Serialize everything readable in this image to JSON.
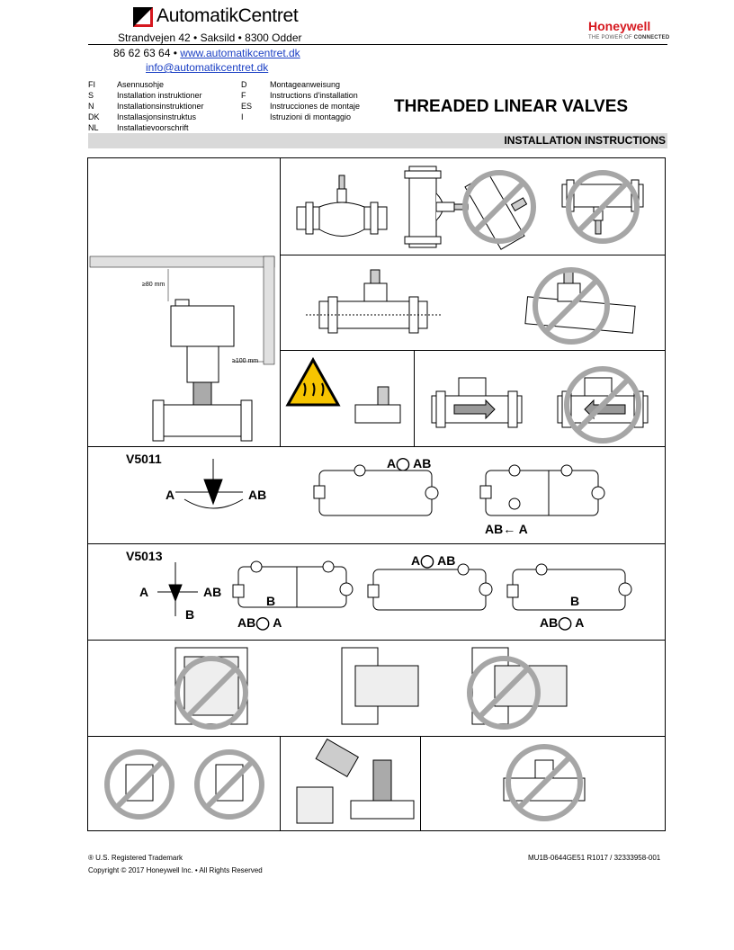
{
  "header": {
    "company": "AutomatikCentret",
    "address": "Strandvejen 42 • Saksild • 8300 Odder",
    "phone": "86 62 63 64",
    "bullet": "•",
    "website": "www.automatikcentret.dk",
    "email": "info@automatikcentret.dk",
    "brand": "Honeywell",
    "brand_tagline_prefix": "THE POWER OF",
    "brand_tagline_bold": "CONNECTED"
  },
  "languages": [
    {
      "code": "FI",
      "label": "Asennusohje"
    },
    {
      "code": "S",
      "label": "Installation instruktioner"
    },
    {
      "code": "N",
      "label": "Installationsinstruktioner"
    },
    {
      "code": "DK",
      "label": "Installasjonsinstruktus"
    },
    {
      "code": "NL",
      "label": "Installatievoorschrift"
    },
    {
      "code": "D",
      "label": "Montageanweisung"
    },
    {
      "code": "F",
      "label": "Instructions d'installation"
    },
    {
      "code": "ES",
      "label": "Instrucciones de montaje"
    },
    {
      "code": "I",
      "label": "Istruzioni di montaggio"
    }
  ],
  "title": "THREADED LINEAR VALVES",
  "banner": "INSTALLATION INSTRUCTIONS",
  "diagram": {
    "clearance_top": "≥80 mm",
    "clearance_side": "≥100 mm",
    "v5011": "V5011",
    "v5013": "V5013",
    "port_a": "A",
    "port_ab": "AB",
    "port_b": "B",
    "a_circ_ab": "A◯ AB",
    "ab_arrow_a": "AB← A",
    "ab_circ_a": "AB◯ A",
    "a_circ_ab2": "A◯ AB"
  },
  "footer": {
    "trademark": "® U.S. Registered Trademark",
    "docnum": "MU1B-0644GE51 R1017 / 32333958-001",
    "copyright": "Copyright ©  2017 Honeywell Inc. • All Rights Reserved"
  },
  "colors": {
    "brand_red": "#d6181f",
    "link_blue": "#1a3fc4",
    "banner_gray": "#d9d9d9",
    "prohibit_gray": "#a6a6a6",
    "warning_yellow": "#f6c400"
  }
}
